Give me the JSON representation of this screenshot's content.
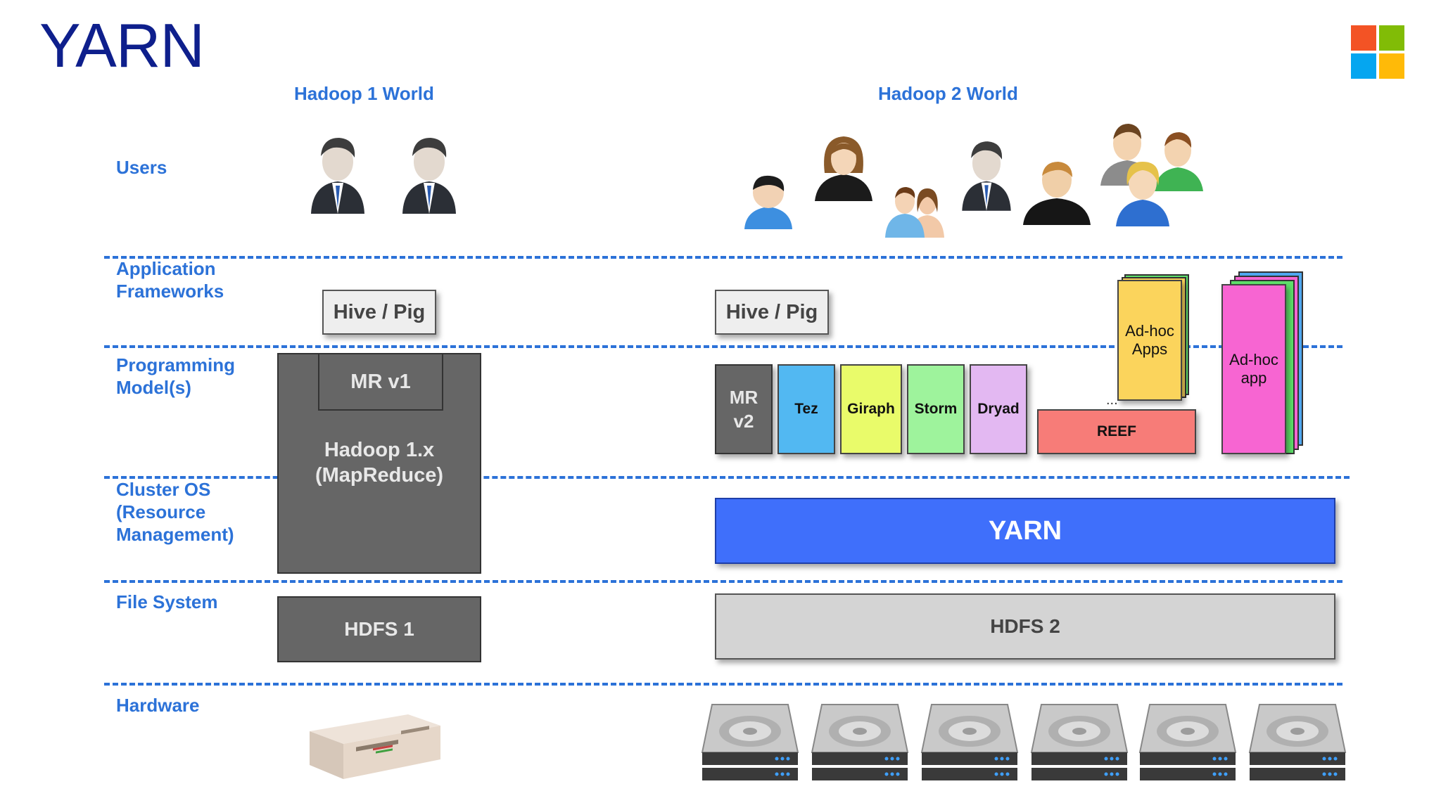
{
  "slide": {
    "title": "YARN",
    "logo_colors": [
      "#f35325",
      "#81bc06",
      "#05a6f0",
      "#ffba08"
    ]
  },
  "worlds": {
    "left": "Hadoop 1 World",
    "right": "Hadoop 2 World"
  },
  "layers": {
    "users": "Users",
    "app_frameworks_1": "Application",
    "app_frameworks_2": "Frameworks",
    "programming_1": "Programming",
    "programming_2": "Model(s)",
    "cluster_1": "Cluster OS",
    "cluster_2": "(Resource",
    "cluster_3": "Management)",
    "filesystem": "File System",
    "hardware": "Hardware"
  },
  "hadoop1": {
    "hive_pig": "Hive / Pig",
    "mr_v1": "MR v1",
    "core_1": "Hadoop 1.x",
    "core_2": "(MapReduce)",
    "hdfs": "HDFS 1"
  },
  "hadoop2": {
    "hive_pig": "Hive / Pig",
    "mr_v2_1": "MR",
    "mr_v2_2": "v2",
    "tez": "Tez",
    "giraph": "Giraph",
    "storm": "Storm",
    "dryad": "Dryad",
    "reef": "REEF",
    "ellipsis": "...",
    "adhoc_apps_1": "Ad-hoc",
    "adhoc_apps_2": "Apps",
    "adhoc_app_1": "Ad-hoc",
    "adhoc_app_2": "app",
    "yarn": "YARN",
    "hdfs": "HDFS 2"
  },
  "colors": {
    "accent_blue": "#2c72d8",
    "title_navy": "#0e1f8c",
    "tez": "#52b8f2",
    "giraph": "#e9fb6a",
    "storm": "#9ef39c",
    "dryad": "#e3b8f2",
    "reef": "#f77c78",
    "adhoc_apps": "#fbd45c",
    "adhoc_app": "#f765d2",
    "yarn": "#3f6ffb",
    "hdfs2": "#d4d4d4"
  },
  "icons": {
    "left_users": [
      "businessman-icon",
      "businessman-icon"
    ],
    "right_users": [
      "boy-icon",
      "woman-icon",
      "couple-icon",
      "businessman-icon",
      "man-icon",
      "group-icon"
    ],
    "left_hardware": "desktop-computer-icon",
    "right_hardware": "server-disk-icon"
  }
}
